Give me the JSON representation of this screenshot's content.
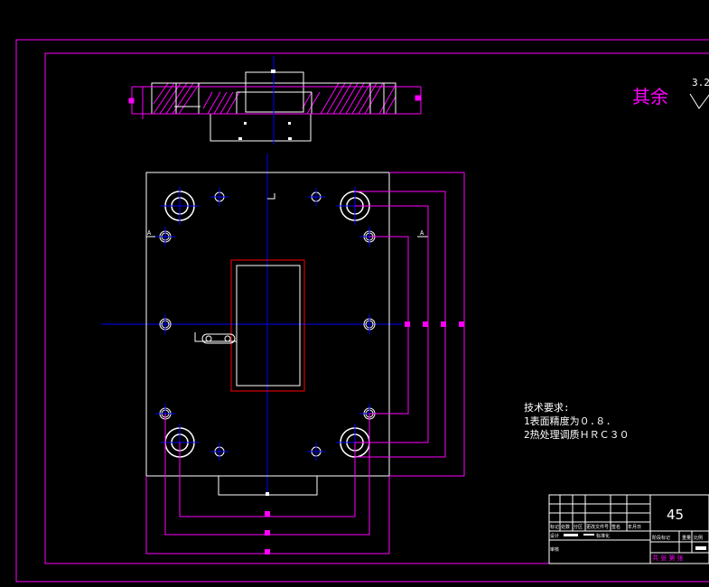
{
  "roughness": {
    "label": "其余",
    "value": "3.2"
  },
  "tech_requirements": {
    "title": "技术要求:",
    "items": [
      "1表面精度为０.８.",
      "2热处理调质ＨＲＣ３０"
    ]
  },
  "section_marks": {
    "left": "A",
    "right": "A"
  },
  "title_block": {
    "material": "45",
    "header_cells": [
      "标记",
      "处数",
      "分区",
      "更改文件号",
      "签名",
      "年月日"
    ],
    "row_design": "设计",
    "row_standard": "标准化",
    "row_review": "审核",
    "stage_cells": [
      "阶段标记",
      "重量",
      "比例"
    ],
    "sheet_info": "共 张 第 张"
  },
  "colors": {
    "border": "#ff00ff",
    "part_outline": "#ffffff",
    "centerline": "#0000ff",
    "dimension": "#ff00ff",
    "rectangle_outline": "#ff0000",
    "hatch": "#ff00ff"
  }
}
